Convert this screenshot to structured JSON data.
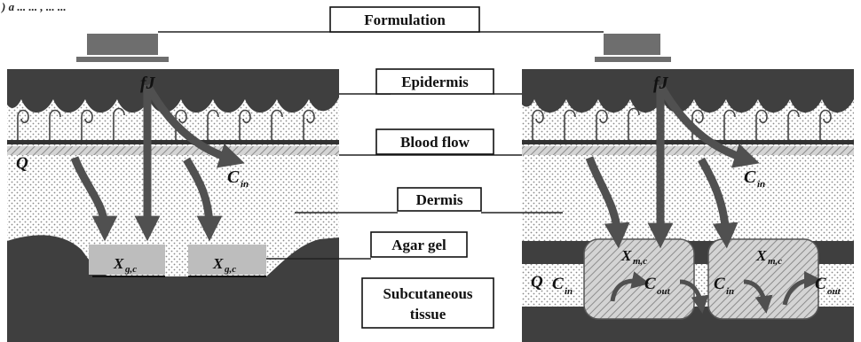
{
  "caption_fragment": ") a ... ... , ... ...",
  "labels": {
    "formulation": "Formulation",
    "epidermis": "Epidermis",
    "blood_flow": "Blood flow",
    "dermis": "Dermis",
    "agar_gel": "Agar gel",
    "subcutaneous_line1": "Subcutaneous",
    "subcutaneous_line2": "tissue"
  },
  "symbols": {
    "fJ": "fJ",
    "Q": "Q",
    "C": "C",
    "X": "X",
    "sub_in": "in",
    "sub_out": "out",
    "sub_gc": "g,c",
    "sub_mc": "m,c"
  },
  "colors": {
    "dark_tissue": "#3f3f3f",
    "arrow": "#505050",
    "formulation_pad": "#6e6e6e",
    "gel_box": "#bdbdbd",
    "stipple": "#9a9a9a"
  }
}
